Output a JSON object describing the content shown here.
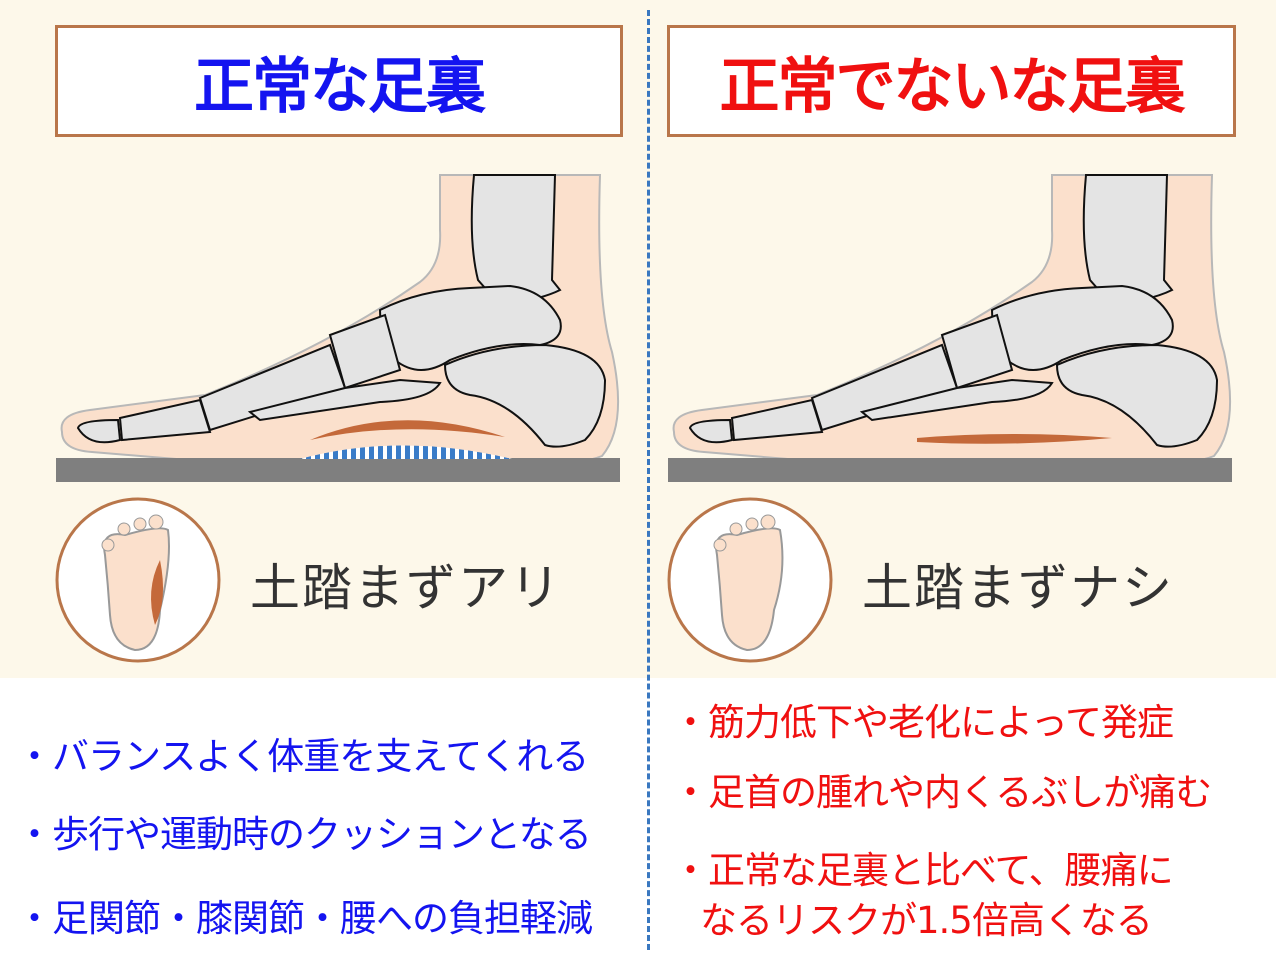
{
  "left_panel": {
    "title": "正常な足裏",
    "arch_label": "土踏まずアリ",
    "bullets": [
      "・バランスよく体重を支えてくれる",
      "・歩行や運動時のクッションとなる",
      "・足関節・膝関節・腰への負担軽減"
    ]
  },
  "right_panel": {
    "title": "正常でないな足裏",
    "arch_label": "土踏まずナシ",
    "bullets": [
      "・筋力低下や老化によって発症",
      "・足首の腫れや内くるぶしが痛む",
      "・正常な足裏と比べて、腰痛に",
      "なるリスクが1.5倍高くなる"
    ]
  },
  "colors": {
    "normal": "#1414f0",
    "abnormal": "#f01010",
    "border": "#b9764a",
    "background": "#fdf8ea"
  }
}
